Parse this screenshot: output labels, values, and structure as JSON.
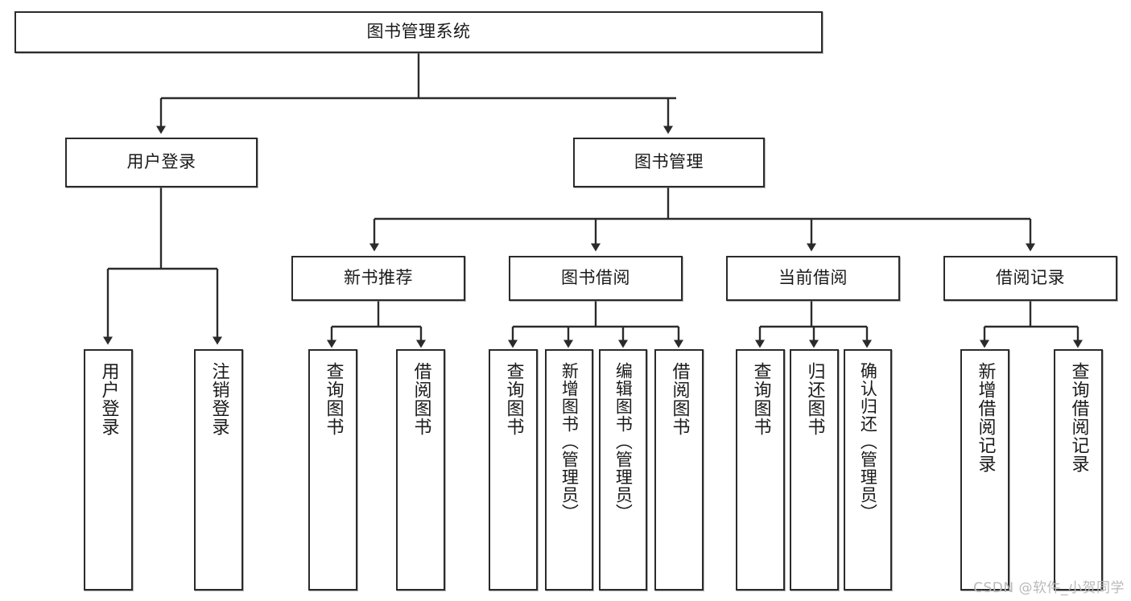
{
  "diagram": {
    "type": "tree-hierarchy-chart",
    "title": "图书管理系统",
    "watermark": "CSDN @软件_小贺同学",
    "colors": {
      "stroke": "#2b2b2b",
      "fill": "#ffffff",
      "text": "#1a1a1a",
      "watermark": "#b9b9b9"
    },
    "levels": {
      "root": {
        "label": "图书管理系统"
      },
      "level2": [
        {
          "id": "user-login",
          "label": "用户登录"
        },
        {
          "id": "book-management",
          "label": "图书管理"
        }
      ],
      "level3": [
        {
          "id": "new-book-recommend",
          "label": "新书推荐"
        },
        {
          "id": "book-borrow",
          "label": "图书借阅"
        },
        {
          "id": "current-borrow",
          "label": "当前借阅"
        },
        {
          "id": "borrow-record",
          "label": "借阅记录"
        }
      ],
      "leaves": {
        "user-login": [
          {
            "id": "leaf-user-login",
            "label": "用户登录"
          },
          {
            "id": "leaf-logout-login",
            "label": "注销登录"
          }
        ],
        "new-book-recommend": [
          {
            "id": "leaf-query-book-1",
            "label": "查询图书"
          },
          {
            "id": "leaf-borrow-book-1",
            "label": "借阅图书"
          }
        ],
        "book-borrow": [
          {
            "id": "leaf-query-book-2",
            "label": "查询图书"
          },
          {
            "id": "leaf-add-book",
            "label": "新增图书（管理员）"
          },
          {
            "id": "leaf-edit-book",
            "label": "编辑图书（管理员）"
          },
          {
            "id": "leaf-borrow-book-2",
            "label": "借阅图书"
          }
        ],
        "current-borrow": [
          {
            "id": "leaf-query-book-3",
            "label": "查询图书"
          },
          {
            "id": "leaf-return-book",
            "label": "归还图书"
          },
          {
            "id": "leaf-confirm-return",
            "label": "确认归还（管理员）"
          }
        ],
        "borrow-record": [
          {
            "id": "leaf-add-borrow-record",
            "label": "新增借阅记录"
          },
          {
            "id": "leaf-query-borrow-record",
            "label": "查询借阅记录"
          }
        ]
      }
    }
  }
}
